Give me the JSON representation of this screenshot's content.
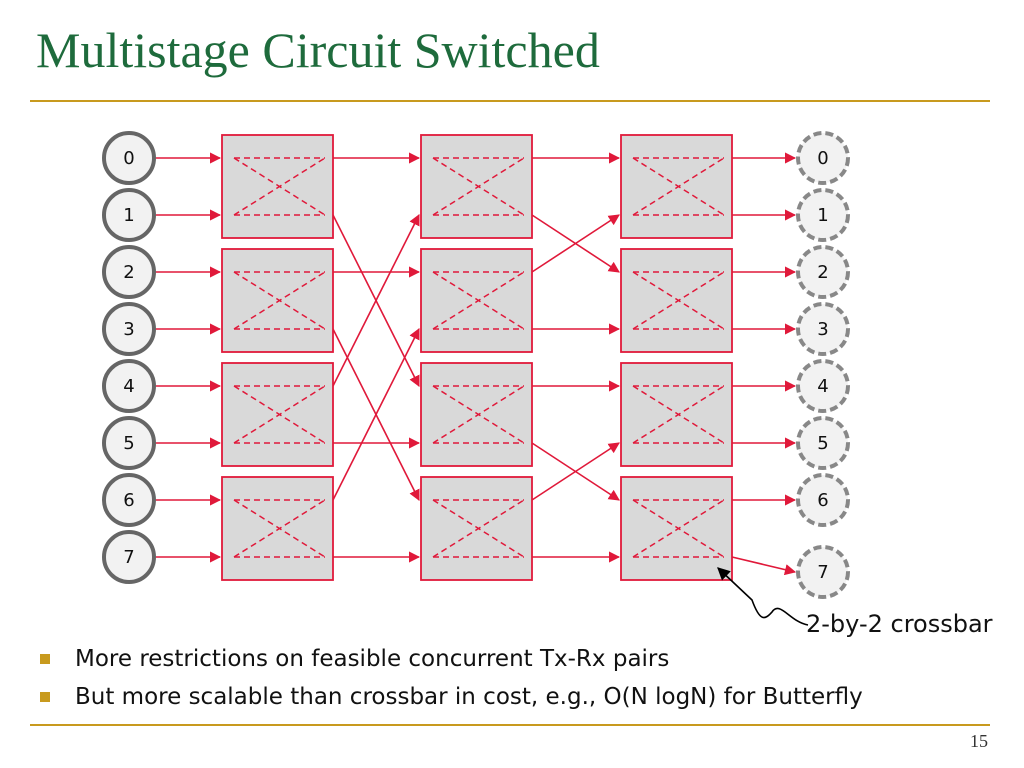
{
  "slide": {
    "title": "Multistage Circuit Switched",
    "page_number": "15"
  },
  "diagram": {
    "inputs": [
      "0",
      "1",
      "2",
      "3",
      "4",
      "5",
      "6",
      "7"
    ],
    "outputs": [
      "0",
      "1",
      "2",
      "3",
      "4",
      "5",
      "6",
      "7"
    ],
    "stages": 3,
    "switches_per_stage": 4,
    "crossbar_label": "2-by-2 crossbar",
    "colors": {
      "link": "#e0193a",
      "switch_fill": "#d9d9d9",
      "switch_border": "#e0193a",
      "input_node_border": "#666666",
      "output_node_border": "#888888",
      "node_fill": "#f2f2f2"
    }
  },
  "bullets": [
    "More restrictions on feasible concurrent Tx-Rx pairs",
    "But more scalable than crossbar in cost, e.g., O(N logN) for Butterfly"
  ],
  "theme": {
    "title_color": "#1e6b3c",
    "accent": "#c89a1e"
  }
}
